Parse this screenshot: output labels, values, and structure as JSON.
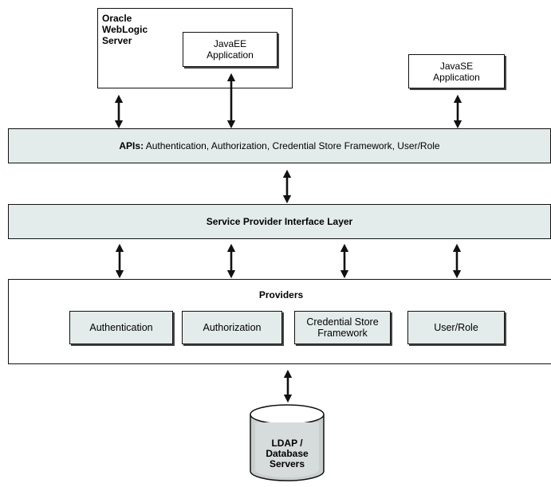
{
  "weblogic": {
    "title_lines": [
      "Oracle",
      "WebLogic",
      "Server"
    ],
    "javaee_label_lines": [
      "JavaEE",
      "Application"
    ]
  },
  "javase": {
    "label_lines": [
      "JavaSE",
      "Application"
    ]
  },
  "api_layer": {
    "prefix": "APIs:",
    "text": " Authentication, Authorization, Credential Store Framework, User/Role"
  },
  "spi_layer": {
    "title": "Service Provider Interface Layer"
  },
  "providers": {
    "title": "Providers",
    "items": [
      {
        "label_lines": [
          "Authentication"
        ]
      },
      {
        "label_lines": [
          "Authorization"
        ]
      },
      {
        "label_lines": [
          "Credential Store",
          "Framework"
        ]
      },
      {
        "label_lines": [
          "User/Role"
        ]
      }
    ]
  },
  "datastore": {
    "label_lines": [
      "LDAP /",
      "Database",
      "Servers"
    ]
  }
}
